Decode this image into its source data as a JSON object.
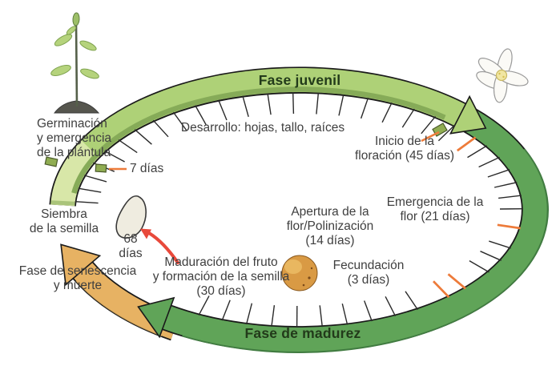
{
  "figure": {
    "title_implicit": "Ciclo de vida de la planta",
    "phases": {
      "juvenil": {
        "label": "Fase juvenil",
        "band_color": "#aed177",
        "band_color_start": "#d8e7a8",
        "edge_color": "#86ab58"
      },
      "madurez": {
        "label": "Fase de madurez",
        "band_color": "#60a458",
        "edge_color": "#417c41"
      },
      "senescencia": {
        "label": "Fase de senescencia\ny muerte",
        "band_color": "#e7b263",
        "edge_color": "#b08a4a"
      }
    },
    "labels": {
      "germinacion": "Germinación\ny emergencia\nde la plántula",
      "dias7": "7 días",
      "siembra": "Siembra\nde la semilla",
      "dias68": "68\ndías",
      "desarrollo": "Desarrollo: hojas, tallo, raíces",
      "inicio": "Inicio de la\nfloración (45 días)",
      "emergencia": "Emergencia de la\nflor (21 días)",
      "apertura": "Apertura de la\nflor/Polinización\n(14 días)",
      "fecundacion": "Fecundación\n(3 días)",
      "maduracion": "Maduración del fruto\ny formación de la semilla\n(30 días)"
    },
    "colors": {
      "text": "#3f3f3f",
      "phase_text": "#223a1a",
      "tick": "#2a2a2a",
      "tick_highlight": "#ed7b3a",
      "red_arrow": "#e8493b",
      "outline": "#1a1a1a",
      "seed_fill": "#efece0",
      "fruit_fill": "#d99a44",
      "petal_fill": "#fbfaf6",
      "leaf_fill": "#b5d37c",
      "soil": "#56564e",
      "marker_tab": "#90ad52"
    },
    "ticks": {
      "highlight_angles_deg": [
        -38,
        9,
        42,
        48
      ]
    }
  }
}
